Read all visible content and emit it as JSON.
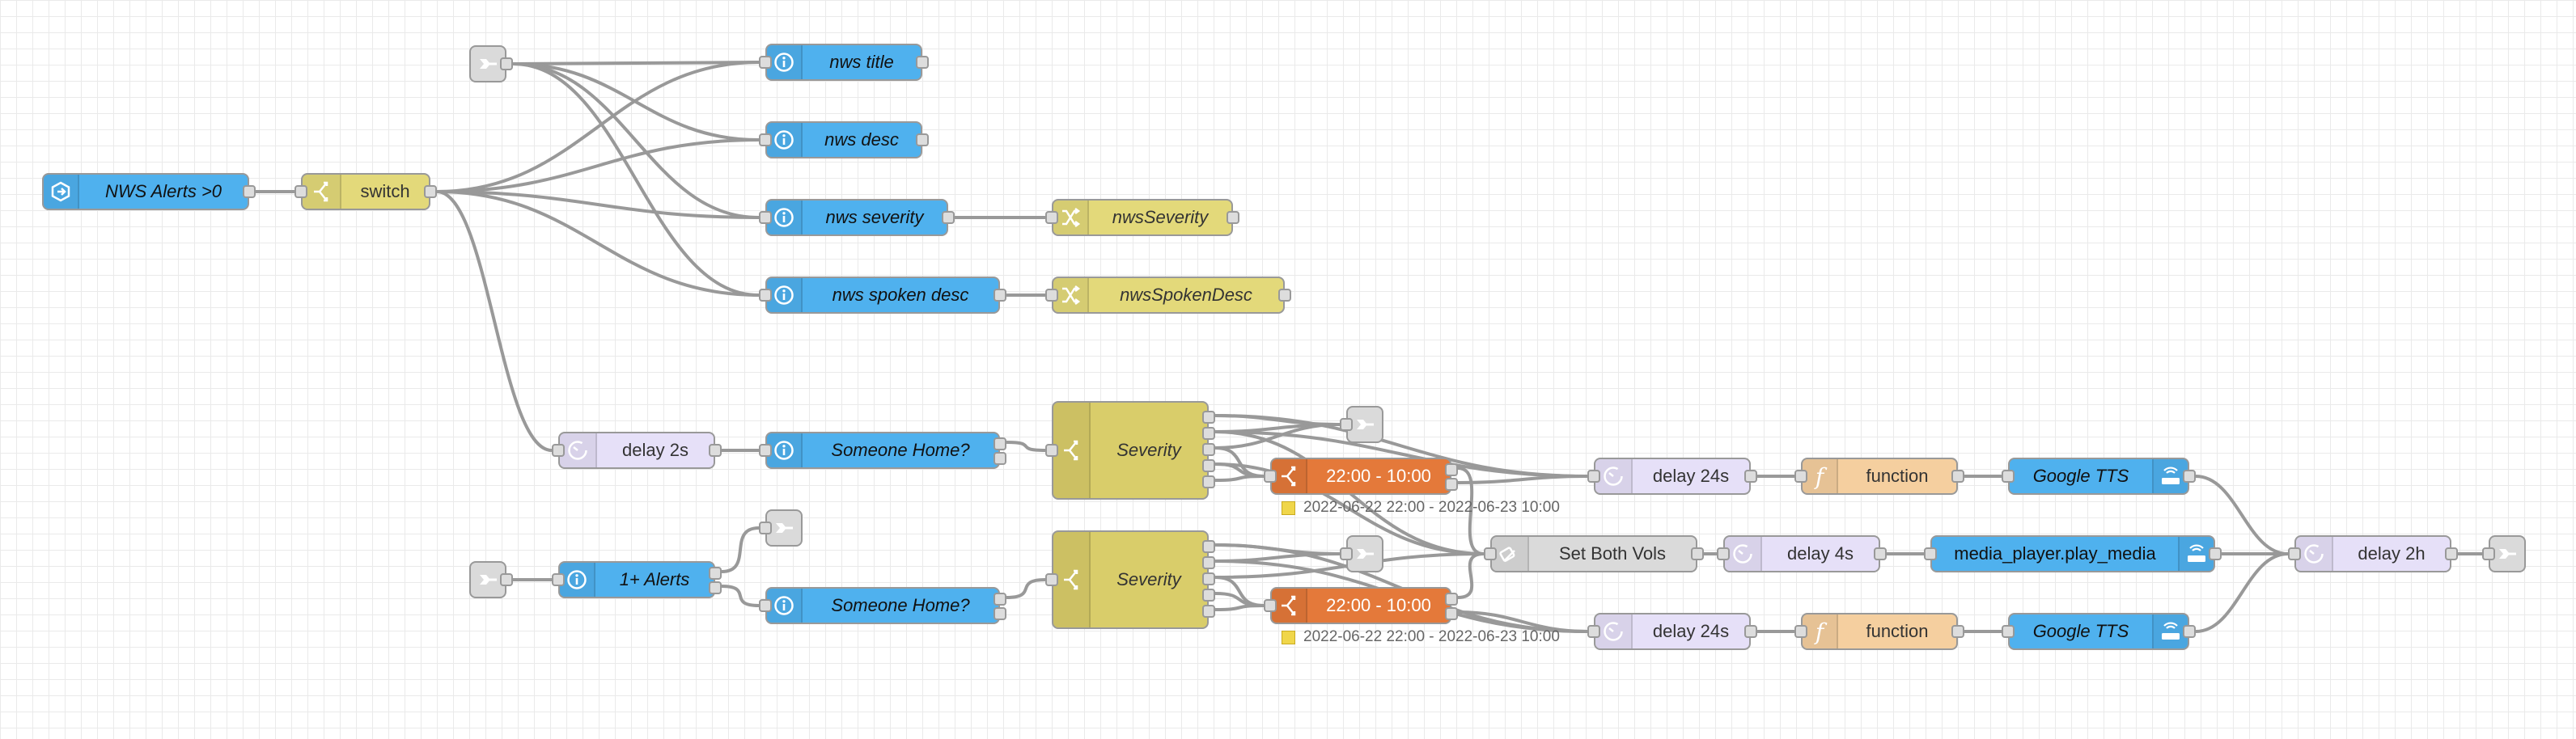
{
  "flow": {
    "nodes": {
      "nws_alerts": {
        "label": "NWS Alerts >0",
        "icon": "server-state-icon"
      },
      "switch1": {
        "label": "switch",
        "icon": "switch-icon"
      },
      "link_top": {
        "label": "",
        "icon": "link-out-icon"
      },
      "nws_title": {
        "label": "nws title",
        "icon": "info-icon"
      },
      "nws_desc": {
        "label": "nws desc",
        "icon": "info-icon"
      },
      "nws_severity": {
        "label": "nws severity",
        "icon": "info-icon"
      },
      "nws_spoken": {
        "label": "nws spoken desc",
        "icon": "info-icon"
      },
      "set_severity": {
        "label": "nwsSeverity",
        "icon": "change-icon"
      },
      "set_spoken": {
        "label": "nwsSpokenDesc",
        "icon": "change-icon"
      },
      "delay2s": {
        "label": "delay 2s",
        "icon": "timer-icon"
      },
      "someone_home1": {
        "label": "Someone Home?",
        "icon": "info-icon"
      },
      "severity1": {
        "label": "Severity",
        "icon": "switch-icon"
      },
      "link_sev1": {
        "label": "",
        "icon": "link-out-icon"
      },
      "time1": {
        "label": "22:00 - 10:00",
        "icon": "time-switch-icon",
        "status": "2022-06-22 22:00 - 2022-06-23 10:00"
      },
      "delay24s_1": {
        "label": "delay 24s",
        "icon": "timer-icon"
      },
      "function1": {
        "label": "function",
        "icon": "function-icon"
      },
      "tts1": {
        "label": "Google TTS",
        "icon": "router-icon"
      },
      "set_vols": {
        "label": "Set Both Vols",
        "icon": "api-icon"
      },
      "delay4s": {
        "label": "delay 4s",
        "icon": "timer-icon"
      },
      "play_media": {
        "label": "media_player.play_media",
        "icon": "router-icon"
      },
      "delay2h": {
        "label": "delay 2h",
        "icon": "timer-icon"
      },
      "link_end": {
        "label": "",
        "icon": "link-out-icon"
      },
      "link_in": {
        "label": "",
        "icon": "link-in-icon"
      },
      "alerts1": {
        "label": "1+ Alerts",
        "icon": "info-icon"
      },
      "link_alerts": {
        "label": "",
        "icon": "link-out-icon"
      },
      "someone_home2": {
        "label": "Someone Home?",
        "icon": "info-icon"
      },
      "severity2": {
        "label": "Severity",
        "icon": "switch-icon"
      },
      "link_sev2": {
        "label": "",
        "icon": "link-out-icon"
      },
      "time2": {
        "label": "22:00 - 10:00",
        "icon": "time-switch-icon",
        "status": "2022-06-22 22:00 - 2022-06-23 10:00"
      },
      "delay24s_2": {
        "label": "delay 24s",
        "icon": "timer-icon"
      },
      "function2": {
        "label": "function",
        "icon": "function-icon"
      },
      "tts2": {
        "label": "Google TTS",
        "icon": "router-icon"
      }
    },
    "colors": {
      "ha_blue": "#4fb1ee",
      "change_yellow": "#e3d97a",
      "delay_lavender": "#e6e0f8",
      "time_orange": "#e4793a",
      "function_peach": "#f5cf9f",
      "link_grey": "#dadada",
      "wire": "#999999"
    }
  }
}
